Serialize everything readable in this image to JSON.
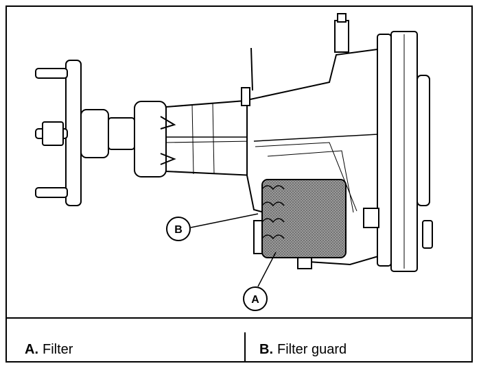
{
  "callouts": {
    "a_letter": "A",
    "b_letter": "B"
  },
  "legend": {
    "items": [
      {
        "letter": "A.",
        "label": "Filter"
      },
      {
        "letter": "B.",
        "label": "Filter guard"
      }
    ]
  },
  "colors": {
    "ink": "#000000",
    "background": "#ffffff",
    "filter_fill": "#8a8a8a"
  }
}
